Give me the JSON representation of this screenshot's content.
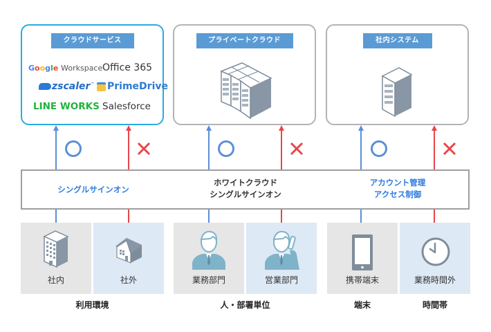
{
  "top_boxes": [
    {
      "title": "クラウドサービス",
      "services": [
        "Google Workspace",
        "Office 365",
        "zscaler",
        "PrimeDrive",
        "LINE WORKS",
        "Salesforce"
      ],
      "logos": {
        "google_word": "Google",
        "workspace_word": "Workspace",
        "zscaler_tm": "™"
      }
    },
    {
      "title": "プライベートクラウド",
      "icon": "server-rack-cluster-icon"
    },
    {
      "title": "社内システム",
      "icon": "server-tower-icon"
    }
  ],
  "marks": {
    "allowed": "○",
    "denied": "×"
  },
  "band": {
    "left": "シングルサインオン",
    "center_line1": "ホワイトクラウド",
    "center_line2": "シングルサインオン",
    "right_line1": "アカウント管理",
    "right_line2": "アクセス制御"
  },
  "tiles": [
    {
      "label": "社内",
      "icon": "office-building-icon"
    },
    {
      "label": "社外",
      "icon": "house-icon"
    },
    {
      "label": "業務部門",
      "icon": "businessman-icon"
    },
    {
      "label": "営業部門",
      "icon": "businessman-phone-icon"
    },
    {
      "label": "携帯端末",
      "icon": "smartphone-icon"
    },
    {
      "label": "業務時間外",
      "icon": "clock-icon"
    }
  ],
  "groups": [
    "利用環境",
    "人・部署単位",
    "端末",
    "時間帯"
  ],
  "colors": {
    "accent_blue": "#5b9bd5",
    "allow_blue": "#5b8fd6",
    "deny_red": "#e8454a",
    "cloud_border": "#29abe2",
    "band_blue_text": "#2e7be0"
  }
}
